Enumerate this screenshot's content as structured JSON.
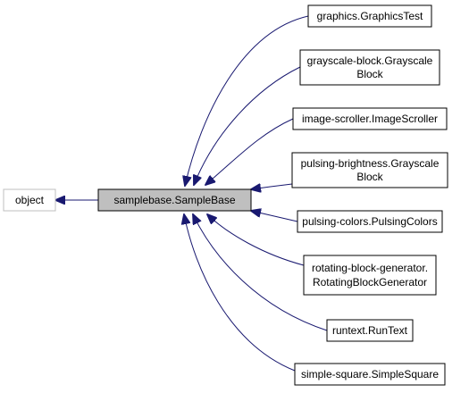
{
  "colors": {
    "edge": "#191970",
    "node_border": "#000000",
    "base_fill": "#bfbfbf",
    "object_border": "#bfbfbf",
    "background": "#ffffff"
  },
  "diagram": {
    "root": {
      "label": "object"
    },
    "focus": {
      "label": "samplebase.SampleBase"
    },
    "children": [
      {
        "label_line1": "graphics.GraphicsTest",
        "label_line2": ""
      },
      {
        "label_line1": "grayscale-block.Grayscale",
        "label_line2": "Block"
      },
      {
        "label_line1": "image-scroller.ImageScroller",
        "label_line2": ""
      },
      {
        "label_line1": "pulsing-brightness.Grayscale",
        "label_line2": "Block"
      },
      {
        "label_line1": "pulsing-colors.PulsingColors",
        "label_line2": ""
      },
      {
        "label_line1": "rotating-block-generator.",
        "label_line2": "RotatingBlockGenerator"
      },
      {
        "label_line1": "runtext.RunText",
        "label_line2": ""
      },
      {
        "label_line1": "simple-square.SimpleSquare",
        "label_line2": ""
      }
    ]
  }
}
